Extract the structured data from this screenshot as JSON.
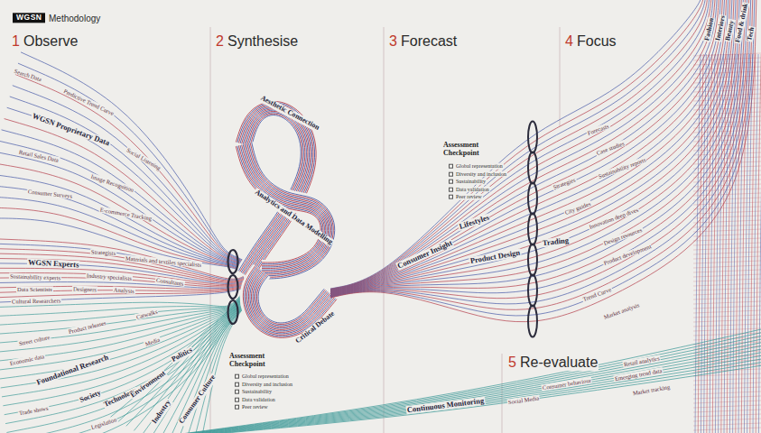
{
  "diagram": {
    "title": "Methodology",
    "labels": [
      "WGSN",
      "1",
      "Observe",
      "2",
      "Synthesise",
      "3",
      "Forecast",
      "4",
      "Focus",
      "5",
      "Re-evaluate",
      "WGSN Proprietary Data",
      "Predictive Trend Curve",
      "Search Data",
      "Social Listening",
      "Retail Sales Data",
      "Image Recognition",
      "Consumer Surveys",
      "E-commerce Tracking",
      "WGSN Experts",
      "Strategists",
      "Materials and textiles specialists",
      "Sustainability experts",
      "Industry specialists",
      "Data Scientists",
      "Designers",
      "Analysts",
      "Consultants",
      "Cultural Researchers",
      "Foundational Research",
      "Street culture",
      "Product releases",
      "Catwalks",
      "Society",
      "Technology",
      "Environment",
      "Politics",
      "Industry",
      "Consumer Culture",
      "Trade shows",
      "Economic data",
      "Legislation",
      "Media",
      "Aesthetic Connection",
      "Analytics and Data Modelling",
      "Critical Debate",
      "Assessment Checkpoint",
      "Global representation",
      "Diversity and inclusion",
      "Sustainability",
      "Data validation",
      "Peer review",
      "Consumer Insight",
      "Lifestyles",
      "Product Design",
      "Trading",
      "Forecasts",
      "Case studies",
      "Strategies",
      "Sustainability reports",
      "City guides",
      "Innovation deep dives",
      "Design resources",
      "Product development",
      "Trend Curve",
      "Market analysis",
      "Fashion",
      "Interiors",
      "Beauty",
      "Food & drink",
      "Tech",
      "Continuous Monitoring",
      "Social Media",
      "Consumer behaviour",
      "Retail analytics",
      "Emerging trend data",
      "Market tracking",
      "Assessment Checkpoint",
      "Global representation",
      "Diversity and inclusion",
      "Sustainability",
      "Data validation",
      "Peer review"
    ]
  }
}
